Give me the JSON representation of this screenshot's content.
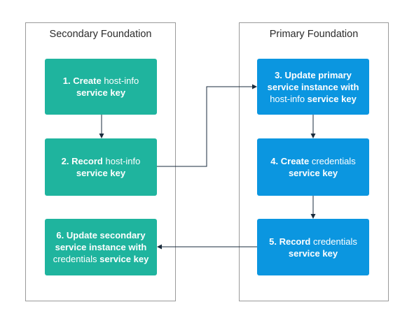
{
  "panels": {
    "secondary": {
      "title": "Secondary Foundation"
    },
    "primary": {
      "title": "Primary Foundation"
    }
  },
  "colors": {
    "secondary_step": "#1fb49e",
    "primary_step": "#0b96e0",
    "arrow": "#1a2b3c",
    "border": "#9a9a9a"
  },
  "steps": [
    {
      "id": "step-1",
      "parts": [
        [
          "b",
          "1. Create"
        ],
        [
          "t",
          " host-info"
        ],
        [
          "br",
          ""
        ],
        [
          "b",
          "service key"
        ]
      ]
    },
    {
      "id": "step-2",
      "parts": [
        [
          "b",
          "2. Record"
        ],
        [
          "t",
          " host-info"
        ],
        [
          "br",
          ""
        ],
        [
          "b",
          "service key"
        ]
      ]
    },
    {
      "id": "step-3",
      "parts": [
        [
          "b",
          "3. Update primary"
        ],
        [
          "br",
          ""
        ],
        [
          "b",
          "service instance with"
        ],
        [
          "br",
          ""
        ],
        [
          "t",
          "host-info "
        ],
        [
          "b",
          "service key"
        ]
      ]
    },
    {
      "id": "step-4",
      "parts": [
        [
          "b",
          "4. Create"
        ],
        [
          "t",
          " credentials"
        ],
        [
          "br",
          ""
        ],
        [
          "b",
          "service key"
        ]
      ]
    },
    {
      "id": "step-5",
      "parts": [
        [
          "b",
          "5. Record"
        ],
        [
          "t",
          " credentials"
        ],
        [
          "br",
          ""
        ],
        [
          "b",
          "service key"
        ]
      ]
    },
    {
      "id": "step-6",
      "parts": [
        [
          "b",
          "6. Update secondary"
        ],
        [
          "br",
          ""
        ],
        [
          "b",
          "service instance with"
        ],
        [
          "br",
          ""
        ],
        [
          "t",
          "credentials "
        ],
        [
          "b",
          "service key"
        ]
      ]
    }
  ]
}
